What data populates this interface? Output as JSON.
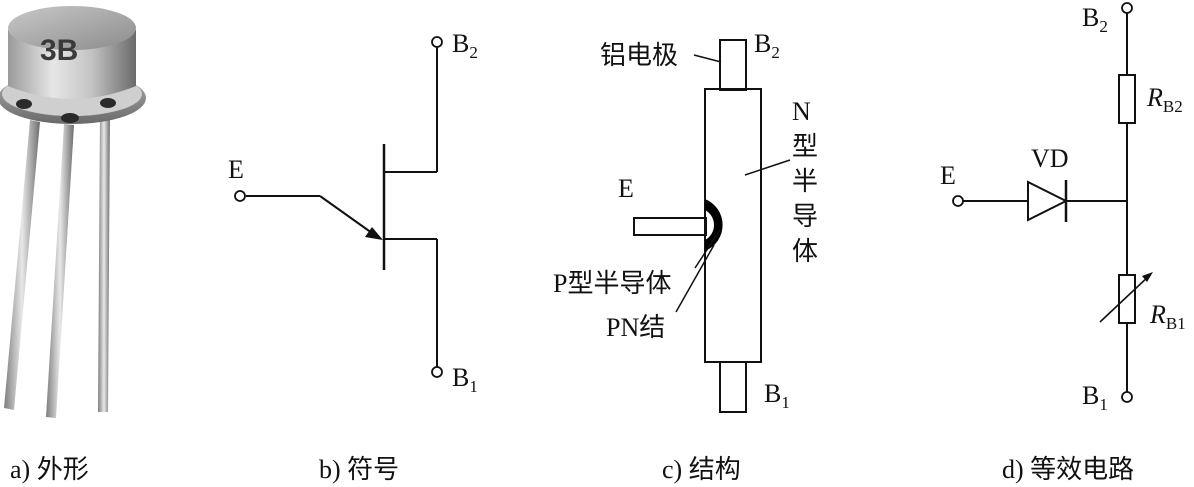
{
  "captions": {
    "a": "a) 外形",
    "b": "b) 符号",
    "c": "c) 结构",
    "d": "d) 等效电路"
  },
  "symbol": {
    "e": "E",
    "b2": "B",
    "b2_sub": "2",
    "b1": "B",
    "b1_sub": "1"
  },
  "structure": {
    "electrode": "铝电极",
    "b2": "B",
    "b2_sub": "2",
    "b1": "B",
    "b1_sub": "1",
    "e": "E",
    "n_type": [
      "N",
      "型",
      "半",
      "导",
      "体"
    ],
    "p_type": "P型半导体",
    "pn": "PN结"
  },
  "circuit": {
    "b2": "B",
    "b2_sub": "2",
    "b1": "B",
    "b1_sub": "1",
    "e": "E",
    "vd": "VD",
    "rb2": "R",
    "rb2_sub": "B2",
    "rb1": "R",
    "rb1_sub": "B1"
  },
  "photo": {
    "marking": "3B"
  },
  "colors": {
    "line": "#111111",
    "metal_light": "#d8d8d8",
    "metal_dark": "#6e6e6e",
    "junction": "#000000"
  }
}
